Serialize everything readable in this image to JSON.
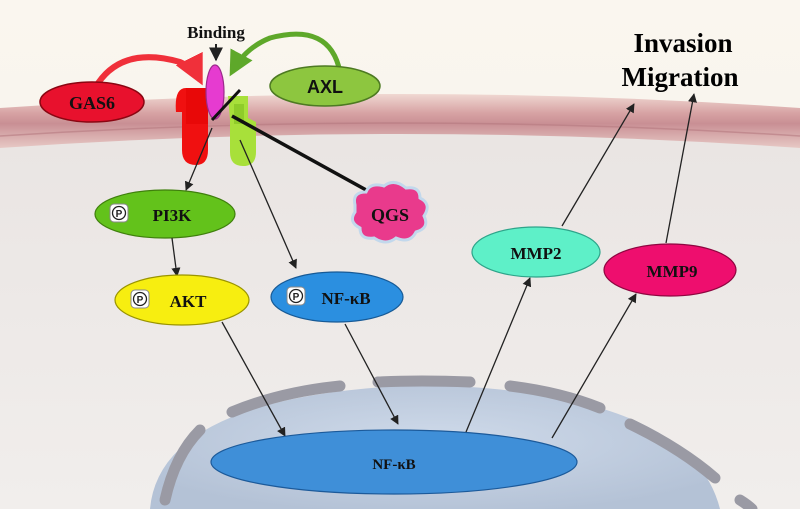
{
  "labels": {
    "binding": "Binding",
    "invasion": "Invasion",
    "migration": "Migration",
    "gas6": "GAS6",
    "axl": "AXL",
    "pi3k": "PI3K",
    "akt": "AKT",
    "nfkb_cyto": "NF-κB",
    "nfkb_nucleus": "NF-κB",
    "qgs": "QGS",
    "mmp2": "MMP2",
    "mmp9": "MMP9",
    "phospho": "P"
  },
  "colors": {
    "gas6": "#e8112d",
    "axl": "#8dc63f",
    "pi3k": "#63c21b",
    "akt": "#f7ee10",
    "nfkb": "#2b8fe0",
    "qgs": "#e93a8c",
    "mmp2": "#5ef0c8",
    "mmp9": "#ee0e6e",
    "ligand": "#e63bd0",
    "receptor_red": "#f01010",
    "receptor_green": "#a8e03a",
    "membrane": "#c98f94",
    "nucleus": "#3f8fd8"
  }
}
